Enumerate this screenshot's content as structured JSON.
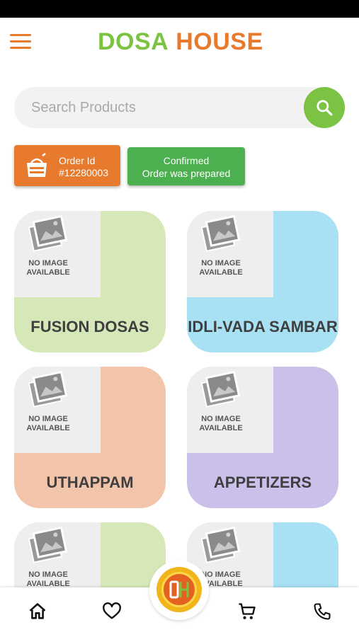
{
  "header": {
    "logo_word1": "DOSA",
    "logo_word2": "HOUSE",
    "menu_icon": "hamburger-menu-icon"
  },
  "search": {
    "placeholder": "Search Products",
    "value": "",
    "icon": "search-icon"
  },
  "order": {
    "id_label": "Order Id",
    "id_value": "#12280003",
    "status_title": "Confirmed",
    "status_message": "Order was prepared",
    "icon": "food-bag-icon"
  },
  "categories": [
    {
      "name": "FUSION DOSAS",
      "placeholder": "NO IMAGE AVAILABLE",
      "color": "#d7e8b8"
    },
    {
      "name": "IDLI-VADA SAMBAR",
      "placeholder": "NO IMAGE AVAILABLE",
      "color": "#a9e1f4"
    },
    {
      "name": "UTHAPPAM",
      "placeholder": "NO IMAGE AVAILABLE",
      "color": "#f2c4aa"
    },
    {
      "name": "APPETIZERS",
      "placeholder": "NO IMAGE AVAILABLE",
      "color": "#cbc0ea"
    },
    {
      "name": "",
      "placeholder": "NO IMAGE AVAILABLE",
      "color": "#d7e8b8"
    },
    {
      "name": "",
      "placeholder": "NO IMAGE AVAILABLE",
      "color": "#a9e1f4"
    }
  ],
  "bottom_nav": {
    "items": [
      "home-icon",
      "heart-icon",
      "dosa-house-logo-icon",
      "cart-icon",
      "phone-icon"
    ]
  },
  "colors": {
    "brand_orange": "#e87a2d",
    "brand_green": "#7cc243",
    "status_green": "#4caf50"
  }
}
